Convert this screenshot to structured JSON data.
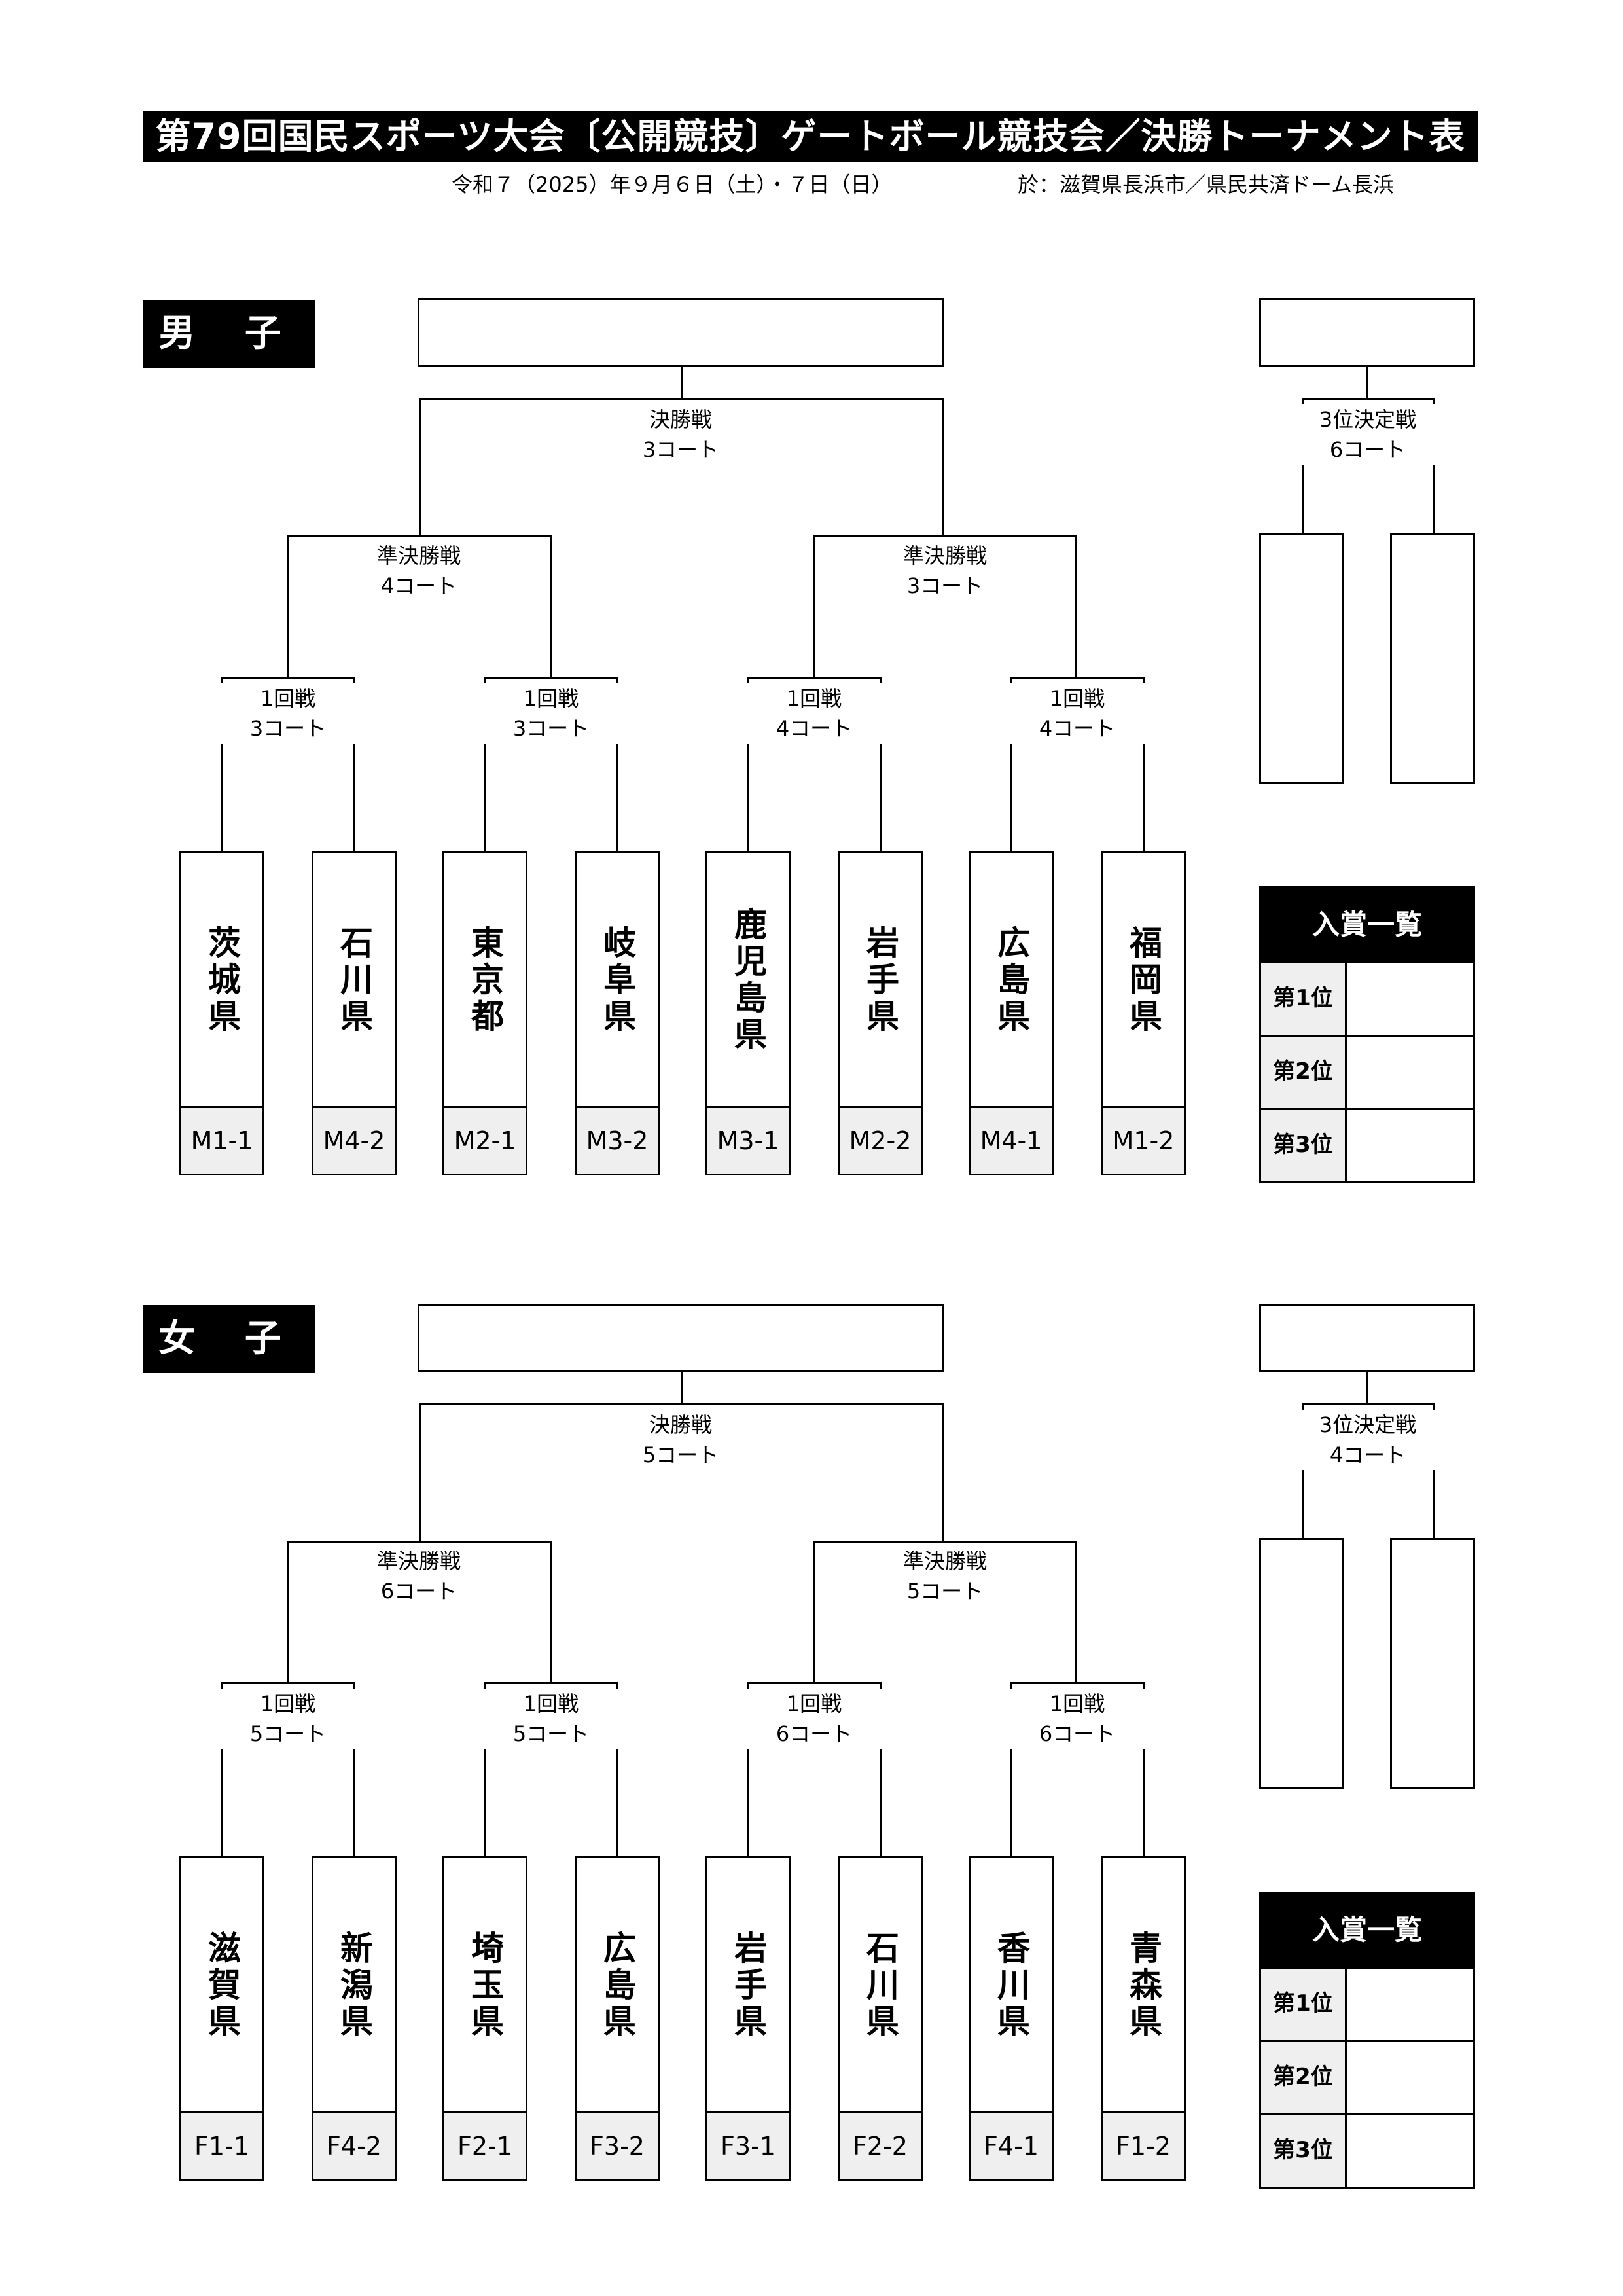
{
  "header": {
    "title": "第79回国民スポーツ大会〔公開競技〕ゲートボール競技会／決勝トーナメント表",
    "date": "令和７（2025）年９月６日（土）・７日（日）",
    "venue": "於：滋賀県長浜市／県民共済ドーム長浜"
  },
  "men": {
    "label": "男 子",
    "final": {
      "name": "決勝戦",
      "court": "3コート"
    },
    "third": {
      "name": "3位決定戦",
      "court": "6コート"
    },
    "semis": [
      {
        "name": "準決勝戦",
        "court": "4コート"
      },
      {
        "name": "準決勝戦",
        "court": "3コート"
      }
    ],
    "firsts": [
      {
        "name": "1回戦",
        "court": "3コート"
      },
      {
        "name": "1回戦",
        "court": "3コート"
      },
      {
        "name": "1回戦",
        "court": "4コート"
      },
      {
        "name": "1回戦",
        "court": "4コート"
      }
    ],
    "teams": [
      {
        "name": "茨城県",
        "code": "M1-1"
      },
      {
        "name": "石川県",
        "code": "M4-2"
      },
      {
        "name": "東京都",
        "code": "M2-1"
      },
      {
        "name": "岐阜県",
        "code": "M3-2"
      },
      {
        "name": "鹿児島県",
        "code": "M3-1"
      },
      {
        "name": "岩手県",
        "code": "M2-2"
      },
      {
        "name": "広島県",
        "code": "M4-1"
      },
      {
        "name": "福岡県",
        "code": "M1-2"
      }
    ],
    "awards": {
      "title": "入賞一覧",
      "ranks": [
        "第1位",
        "第2位",
        "第3位"
      ]
    }
  },
  "women": {
    "label": "女 子",
    "final": {
      "name": "決勝戦",
      "court": "5コート"
    },
    "third": {
      "name": "3位決定戦",
      "court": "4コート"
    },
    "semis": [
      {
        "name": "準決勝戦",
        "court": "6コート"
      },
      {
        "name": "準決勝戦",
        "court": "5コート"
      }
    ],
    "firsts": [
      {
        "name": "1回戦",
        "court": "5コート"
      },
      {
        "name": "1回戦",
        "court": "5コート"
      },
      {
        "name": "1回戦",
        "court": "6コート"
      },
      {
        "name": "1回戦",
        "court": "6コート"
      }
    ],
    "teams": [
      {
        "name": "滋賀県",
        "code": "F1-1"
      },
      {
        "name": "新潟県",
        "code": "F4-2"
      },
      {
        "name": "埼玉県",
        "code": "F2-1"
      },
      {
        "name": "広島県",
        "code": "F3-2"
      },
      {
        "name": "岩手県",
        "code": "F3-1"
      },
      {
        "name": "石川県",
        "code": "F2-2"
      },
      {
        "name": "香川県",
        "code": "F4-1"
      },
      {
        "name": "青森県",
        "code": "F1-2"
      }
    ],
    "awards": {
      "title": "入賞一覧",
      "ranks": [
        "第1位",
        "第2位",
        "第3位"
      ]
    }
  }
}
